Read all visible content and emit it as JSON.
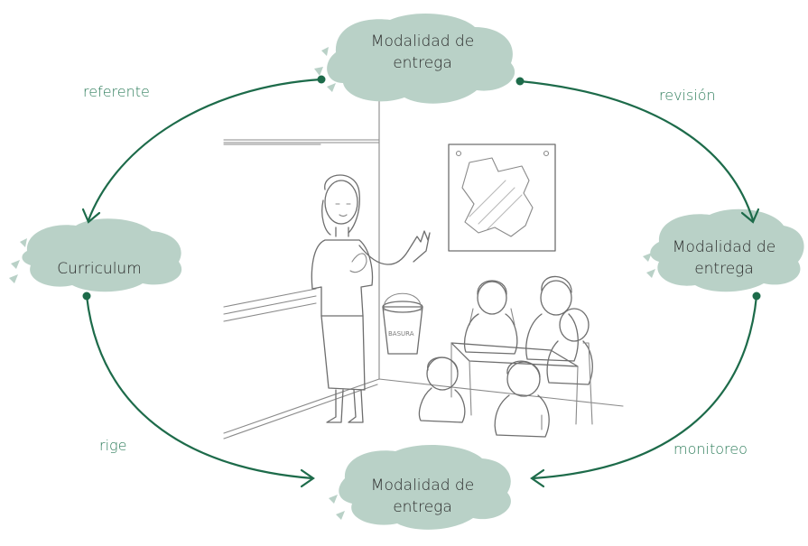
{
  "nodes": {
    "top": {
      "line1": "Modalidad de",
      "line2": "entrega"
    },
    "left": {
      "label": "Curriculum"
    },
    "right": {
      "line1": "Modalidad de",
      "line2": "entrega"
    },
    "bottom": {
      "line1": "Modalidad de",
      "line2": "entrega"
    }
  },
  "edges": {
    "top_to_left": "referente",
    "top_to_right": "revisión",
    "left_to_bottom": "rige",
    "right_to_bottom": "monitoreo"
  },
  "illustration": {
    "bucket_text": "BASURA"
  },
  "colors": {
    "accent": "#1d6b4a",
    "cloud": "#b9d1c7",
    "label": "#2e7d5b"
  }
}
